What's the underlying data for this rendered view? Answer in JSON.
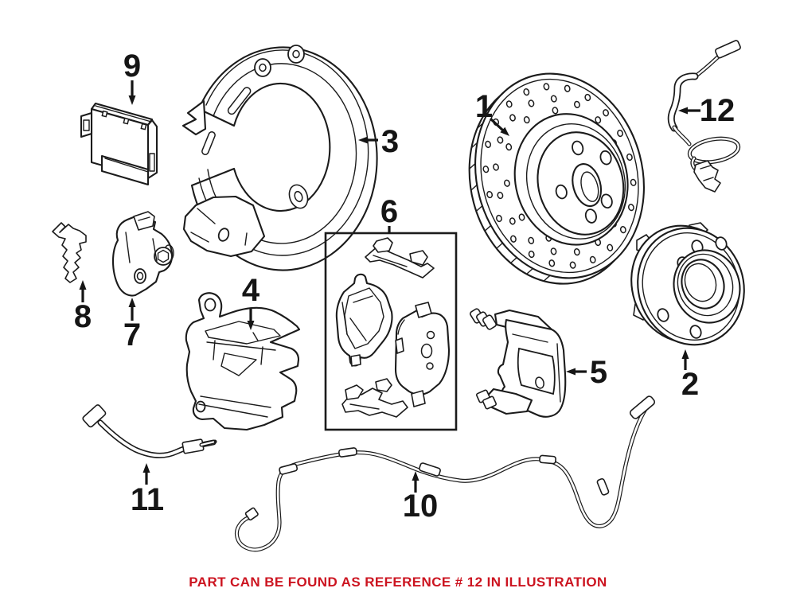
{
  "palette": {
    "background": "#ffffff",
    "line_color": "#1b1b1b",
    "label_color": "#151515",
    "caption_color": "#cc1420"
  },
  "caption": {
    "text": "PART CAN BE FOUND AS REFERENCE # 12 IN ILLUSTRATION",
    "referenced_part_number": "12"
  },
  "reference_labels": [
    {
      "ref": "1"
    },
    {
      "ref": "2"
    },
    {
      "ref": "3"
    },
    {
      "ref": "4"
    },
    {
      "ref": "5"
    },
    {
      "ref": "6"
    },
    {
      "ref": "7"
    },
    {
      "ref": "8"
    },
    {
      "ref": "9"
    },
    {
      "ref": "10"
    },
    {
      "ref": "11"
    },
    {
      "ref": "12"
    }
  ]
}
